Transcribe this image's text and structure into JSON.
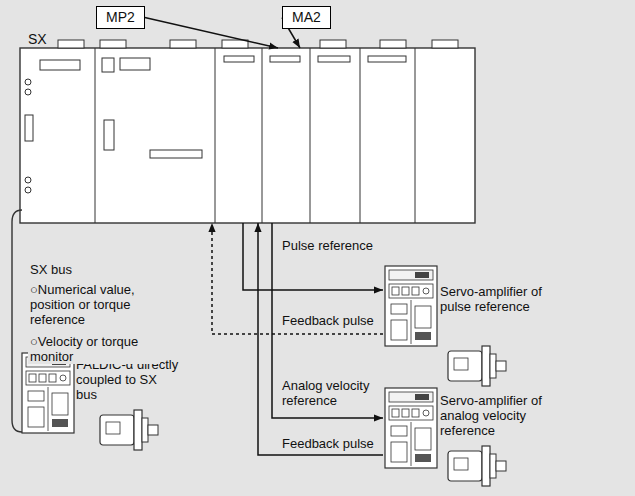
{
  "diagram": {
    "nodes": [
      {
        "text": [
          "MP2"
        ]
      },
      {
        "text": [
          "MA2"
        ]
      },
      {
        "text": [
          "SX"
        ]
      },
      {
        "text": [
          "Servo-amplifier of pulse reference"
        ]
      },
      {
        "text": [
          "Servo-amplifier of analog velocity reference"
        ]
      },
      {
        "text": [
          "FALDIC-α directly coupled to SX bus"
        ]
      }
    ],
    "edges": [
      {
        "from": 0,
        "to": 2,
        "arrow": "to"
      },
      {
        "from": 1,
        "to": 2,
        "arrow": "to"
      },
      {
        "from": 2,
        "to": 3,
        "label": "Pulse reference",
        "arrow": "to"
      },
      {
        "from": 3,
        "to": 2,
        "label": "Feedback pulse",
        "arrow": "to"
      },
      {
        "from": 2,
        "to": 4,
        "label": "Analog velocity reference",
        "arrow": "to"
      },
      {
        "from": 4,
        "to": 2,
        "label": "Feedback pulse",
        "arrow": "to"
      }
    ],
    "labels": [
      "SX bus",
      "○Numerical value, position or torque reference",
      "○Velocity or torque monitor"
    ]
  }
}
